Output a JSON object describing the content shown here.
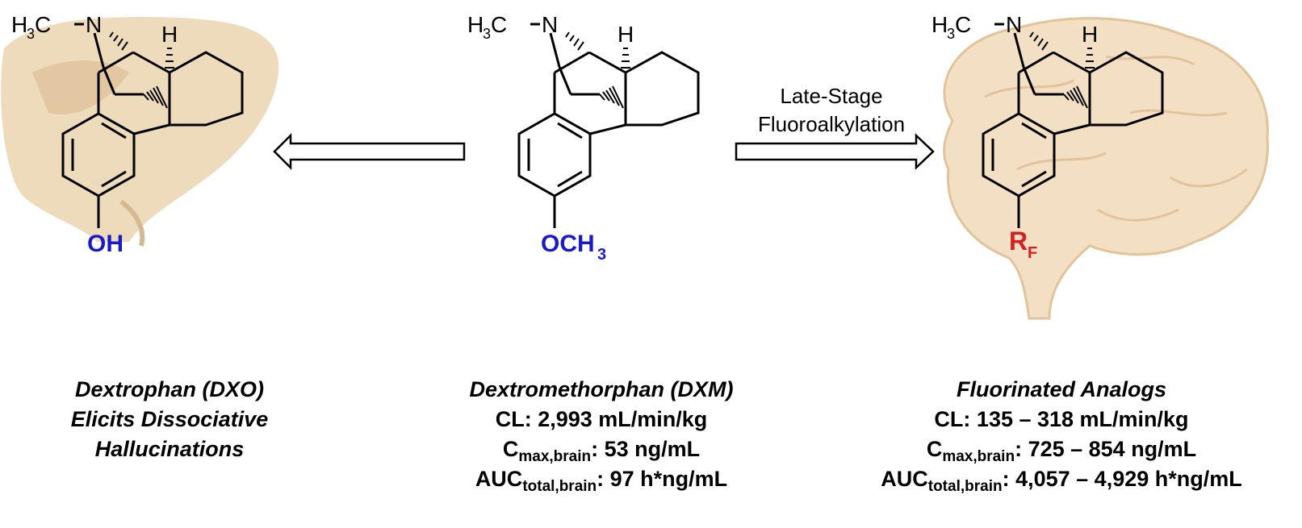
{
  "header_text": {
    "n_methyl_prefix": "H",
    "n_methyl_sub": "3",
    "n_methyl_c": "C",
    "nitrogen": "N",
    "bridge_hydrogen": "H"
  },
  "left_molecule": {
    "substituent": "OH",
    "substituent_color": "#1a1ac8"
  },
  "center_molecule": {
    "substituent_main": "OCH",
    "substituent_sub": "3",
    "substituent_color": "#1a1ac8"
  },
  "right_molecule": {
    "substituent_main": "R",
    "substituent_sub": "F",
    "substituent_color": "#d42020"
  },
  "arrow_label": {
    "line1": "Late-Stage",
    "line2": "Fluoroalkylation"
  },
  "captions": {
    "left": {
      "line1": "Dextrophan (DXO)",
      "line2": "Elicits Dissociative",
      "line3": "Hallucinations"
    },
    "center": {
      "title": "Dextromethorphan (DXM)",
      "cl_label": "CL:",
      "cl_value": "2,993 mL/min/kg",
      "cmax_main": "C",
      "cmax_sub": "max,brain",
      "cmax_value": ": 53 ng/mL",
      "auc_main": "AUC",
      "auc_sub": "total,brain",
      "auc_value": ": 97 h*ng/mL"
    },
    "right": {
      "title": "Fluorinated Analogs",
      "cl_label": "CL:",
      "cl_value": "135 – 318 mL/min/kg",
      "cmax_main": "C",
      "cmax_sub": "max,brain",
      "cmax_value": ": 725 – 854 ng/mL",
      "auc_main": "AUC",
      "auc_sub": "total,brain",
      "auc_value": ": 4,057 – 4,929 h*ng/mL"
    }
  },
  "colors": {
    "liver_fill": "#e8cfa6",
    "liver_shade": "#d9b583",
    "brain_fill": "#f3dfc4",
    "brain_stroke": "#e2c39a",
    "bond": "#000000"
  }
}
